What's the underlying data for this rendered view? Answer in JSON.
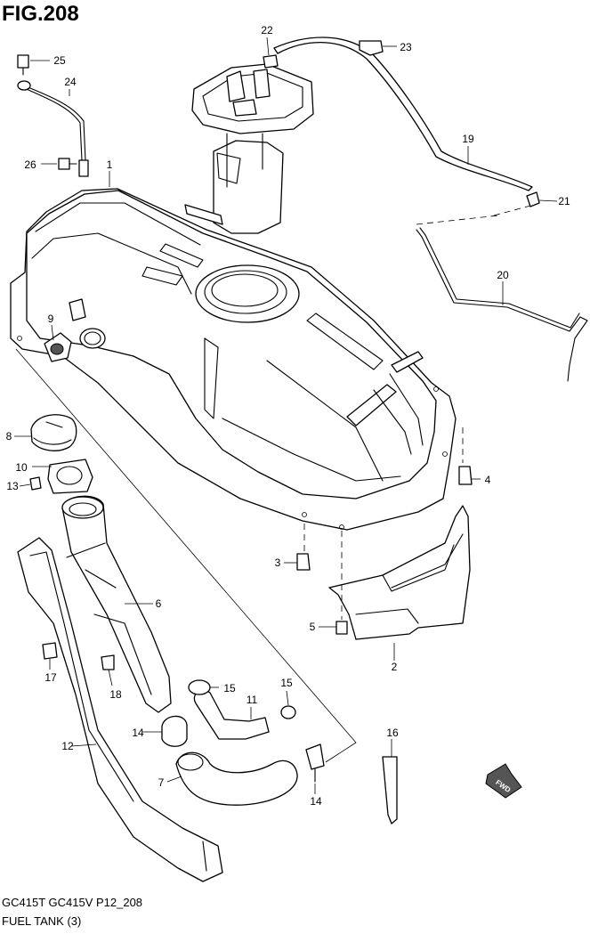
{
  "figure": {
    "title": "FIG.208",
    "model": "GC415T GC415V P12_208",
    "name": "FUEL TANK (3)"
  },
  "callouts": [
    "1",
    "2",
    "3",
    "4",
    "5",
    "6",
    "7",
    "8",
    "9",
    "10",
    "11",
    "12",
    "13",
    "14",
    "14",
    "15",
    "15",
    "16",
    "17",
    "18",
    "19",
    "20",
    "21",
    "22",
    "23",
    "24",
    "25",
    "26"
  ],
  "direction_label": "FWD"
}
